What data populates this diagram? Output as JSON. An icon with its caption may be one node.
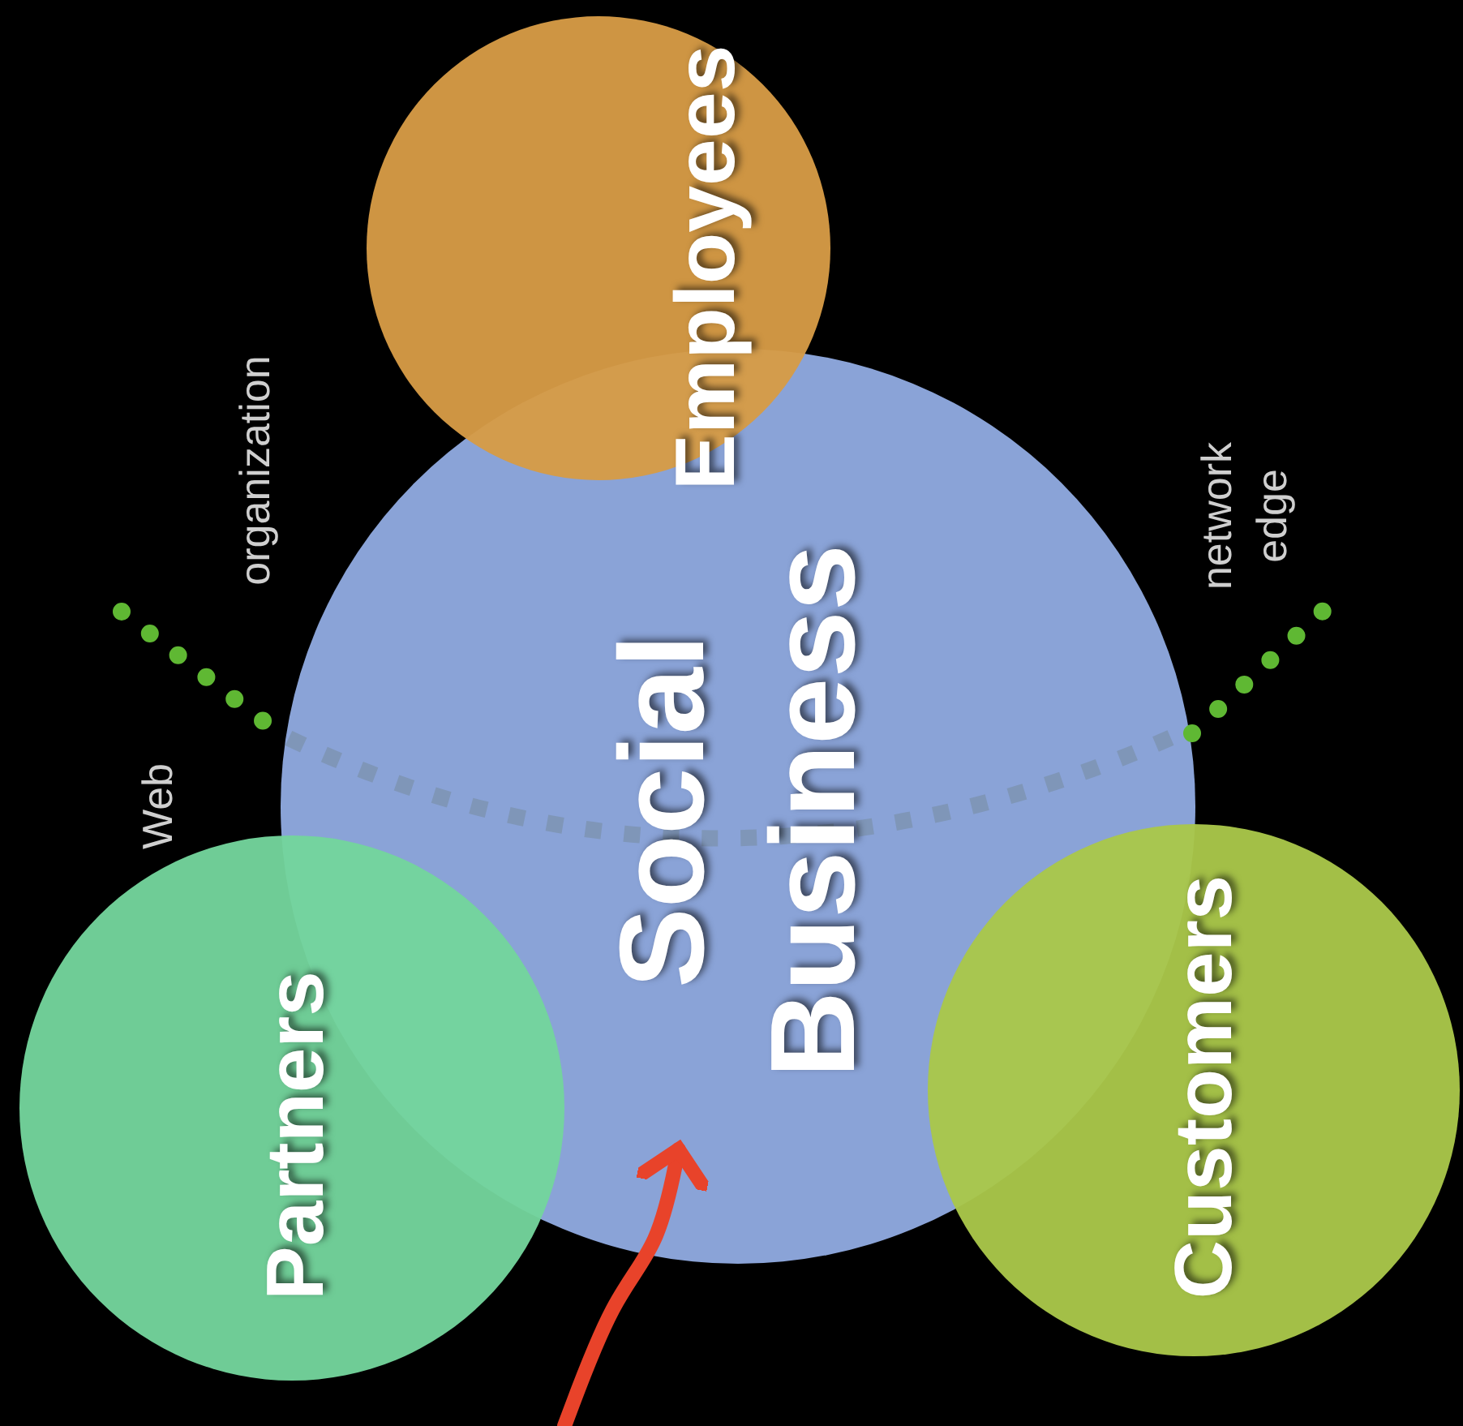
{
  "diagram": {
    "nodes": [
      {
        "text": [
          "Employees"
        ]
      },
      {
        "text": [
          "Social Business"
        ]
      },
      {
        "text": [
          "Partners"
        ]
      },
      {
        "text": [
          "Customers"
        ]
      }
    ],
    "edges": [
      {
        "from": null,
        "to": 1,
        "arrow": "to",
        "color": "#e8432a"
      }
    ],
    "labels": [
      "organization",
      "network edge",
      "Web"
    ]
  }
}
